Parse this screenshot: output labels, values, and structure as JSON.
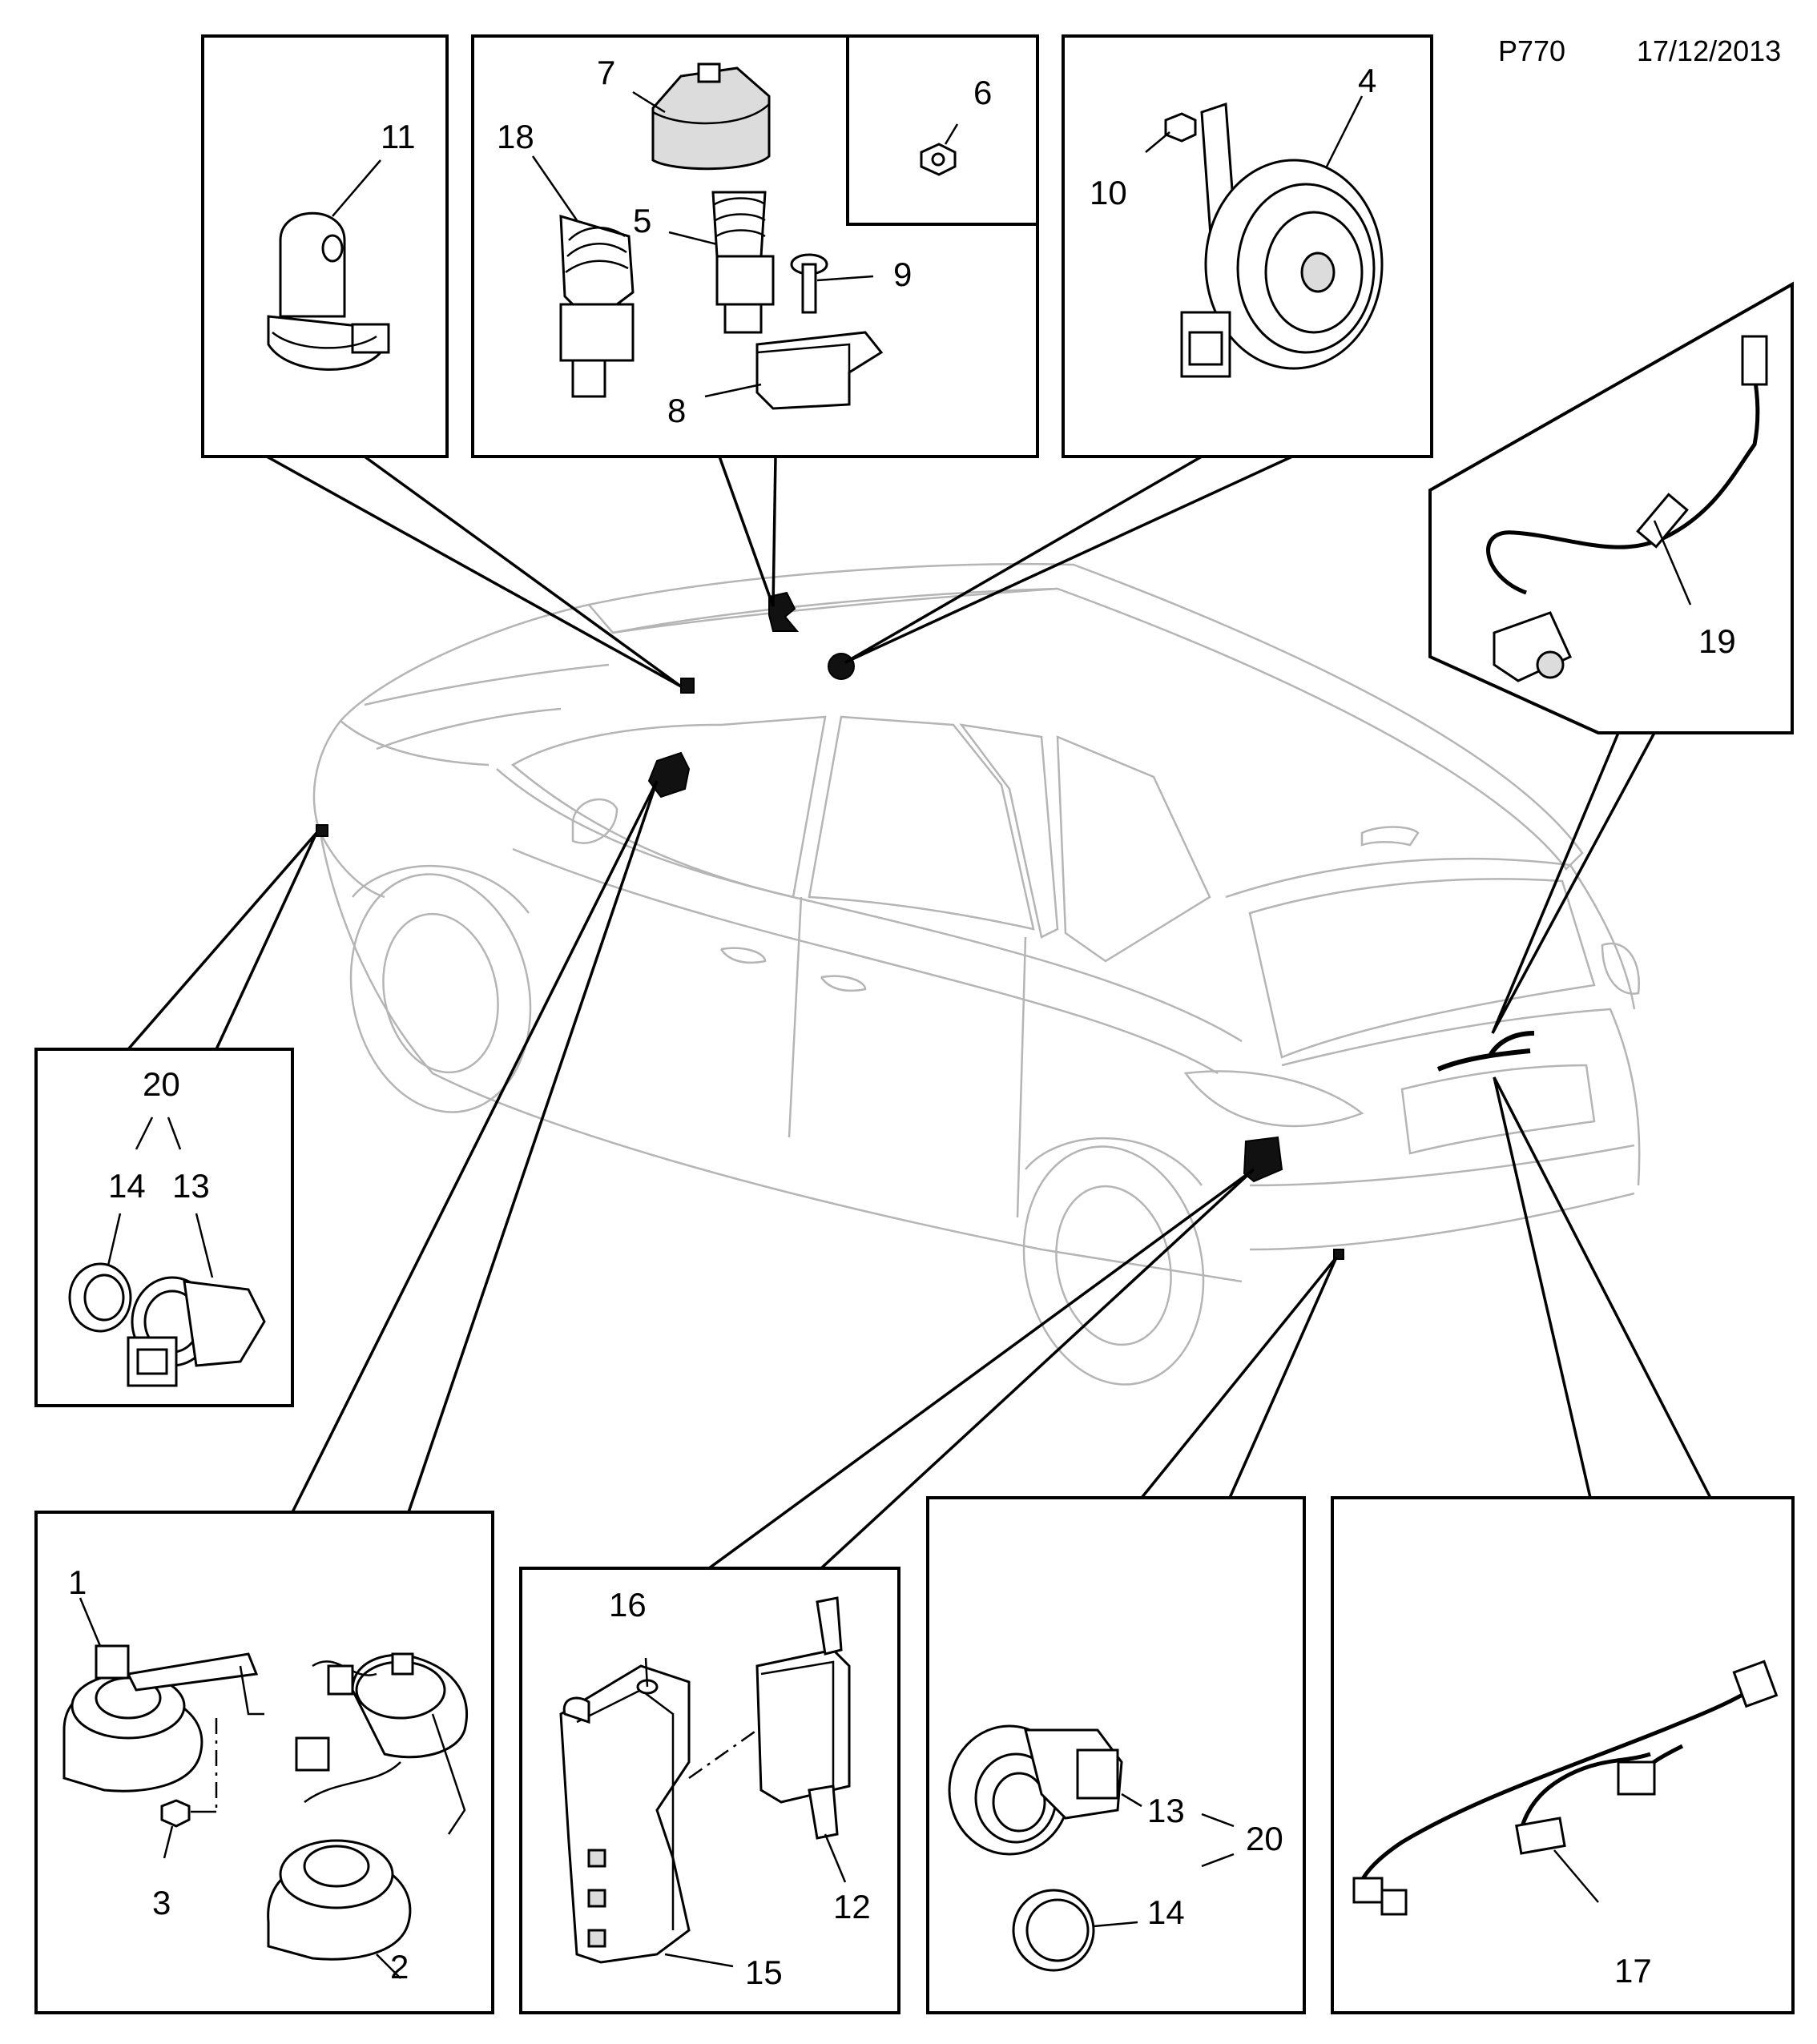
{
  "header": {
    "code": "P770",
    "date": "17/12/2013"
  },
  "callouts": {
    "c1": "1",
    "c2": "2",
    "c3": "3",
    "c4": "4",
    "c5": "5",
    "c6": "6",
    "c7": "7",
    "c8": "8",
    "c9": "9",
    "c10": "10",
    "c11": "11",
    "c12": "12",
    "c13a": "13",
    "c13b": "13",
    "c14a": "14",
    "c14b": "14",
    "c15": "15",
    "c16": "16",
    "c17": "17",
    "c18": "18",
    "c19": "19",
    "c20a": "20",
    "c20b": "20"
  }
}
